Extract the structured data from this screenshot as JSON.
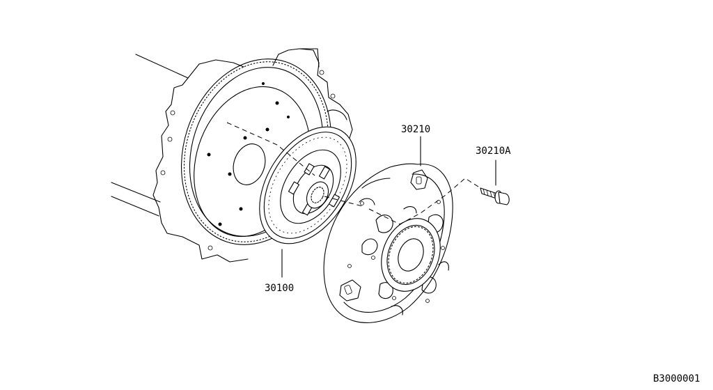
{
  "parts": [
    {
      "key": "disc",
      "number": "30100"
    },
    {
      "key": "cover",
      "number": "30210"
    },
    {
      "key": "bolt",
      "number": "30210A"
    }
  ],
  "diagram_code": "B3000001"
}
